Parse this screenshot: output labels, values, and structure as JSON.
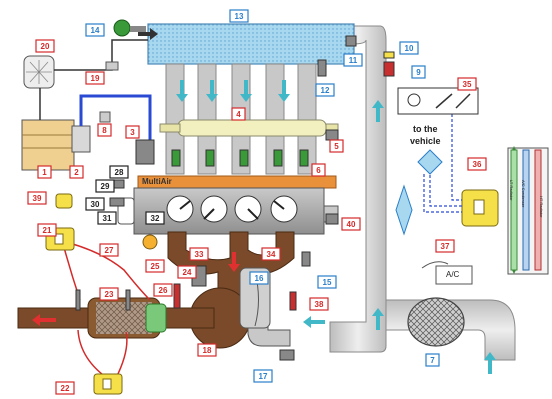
{
  "colors": {
    "label_blue": "#2a7fc9",
    "label_red": "#d42a2a",
    "pipe": "#d8d8d8",
    "pipe_edge": "#8a8a8a",
    "engine_block": "#9a9a9a",
    "intake_manifold": "#c8c8c8",
    "charge_cooler": "#a8d8f0",
    "multiair_band": "#e8903a",
    "exhaust": "#7a4a2a",
    "fuel_rail": "#f3f0c0",
    "ecu": "#f5e04a",
    "wire": "#d42a2a",
    "fuel_line": "#2a4ad4",
    "air_arrow": "#40b8c8",
    "exhaust_arrow": "#e03030"
  },
  "labels": {
    "multiair": "MultiAir",
    "to_vehicle_line1": "to the",
    "to_vehicle_line2": "vehicle",
    "ac": "A/C",
    "lt_radiator": "LT Radiator",
    "ac_condenser": "A/C Condenser",
    "ht_radiator": "HT Radiator"
  },
  "callouts": [
    {
      "n": "1",
      "color": "red"
    },
    {
      "n": "2",
      "color": "red"
    },
    {
      "n": "3",
      "color": "red"
    },
    {
      "n": "4",
      "color": "red"
    },
    {
      "n": "5",
      "color": "red"
    },
    {
      "n": "6",
      "color": "red"
    },
    {
      "n": "7",
      "color": "blue"
    },
    {
      "n": "8",
      "color": "red"
    },
    {
      "n": "9",
      "color": "blue"
    },
    {
      "n": "10",
      "color": "blue"
    },
    {
      "n": "11",
      "color": "blue"
    },
    {
      "n": "12",
      "color": "blue"
    },
    {
      "n": "13",
      "color": "blue"
    },
    {
      "n": "14",
      "color": "blue"
    },
    {
      "n": "15",
      "color": "blue"
    },
    {
      "n": "16",
      "color": "blue"
    },
    {
      "n": "17",
      "color": "blue"
    },
    {
      "n": "18",
      "color": "red"
    },
    {
      "n": "19",
      "color": "red"
    },
    {
      "n": "20",
      "color": "red"
    },
    {
      "n": "21",
      "color": "red"
    },
    {
      "n": "22",
      "color": "red"
    },
    {
      "n": "23",
      "color": "red"
    },
    {
      "n": "24",
      "color": "red"
    },
    {
      "n": "25",
      "color": "red"
    },
    {
      "n": "26",
      "color": "red"
    },
    {
      "n": "27",
      "color": "red"
    },
    {
      "n": "28",
      "color": "black"
    },
    {
      "n": "29",
      "color": "black"
    },
    {
      "n": "30",
      "color": "black"
    },
    {
      "n": "31",
      "color": "black"
    },
    {
      "n": "32",
      "color": "black"
    },
    {
      "n": "33",
      "color": "red"
    },
    {
      "n": "34",
      "color": "red"
    },
    {
      "n": "35",
      "color": "red"
    },
    {
      "n": "36",
      "color": "red"
    },
    {
      "n": "37",
      "color": "red"
    },
    {
      "n": "38",
      "color": "red"
    },
    {
      "n": "39",
      "color": "red"
    },
    {
      "n": "40",
      "color": "red"
    }
  ]
}
